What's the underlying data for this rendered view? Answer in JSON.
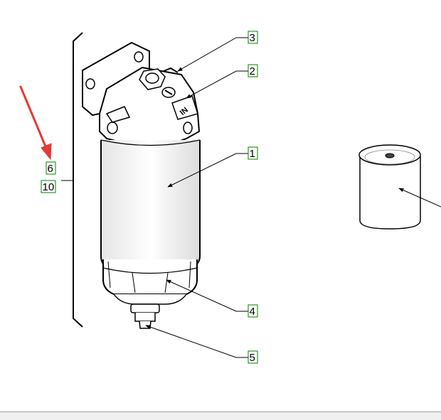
{
  "callouts": {
    "c1": "1",
    "c2": "2",
    "c3": "3",
    "c4": "4",
    "c5": "5",
    "c6": "6",
    "c10": "10"
  },
  "filter_head_label": "IN",
  "colors": {
    "line": "#000000",
    "callout_box": "#008000",
    "pointer_arrow": "#e53935"
  }
}
